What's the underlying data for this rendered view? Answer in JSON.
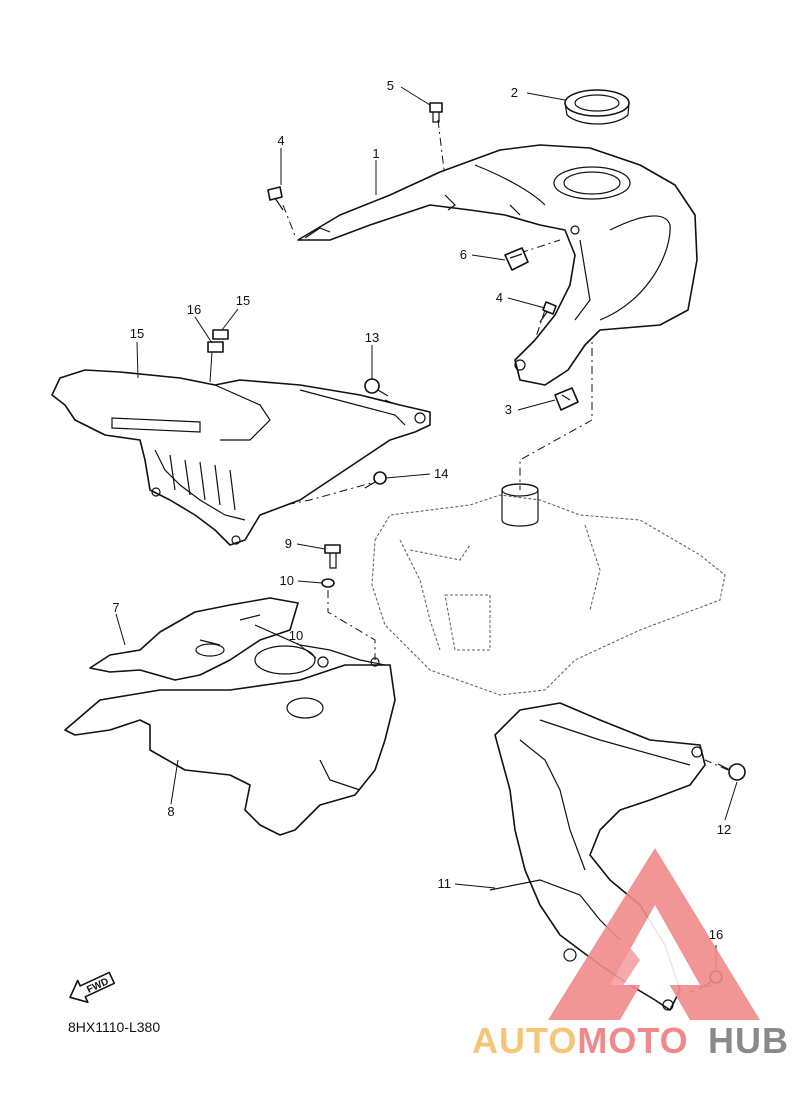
{
  "diagram": {
    "drawing_code": "8HX1110-L380",
    "fwd_label": "FWD",
    "callouts": [
      {
        "id": "c1",
        "text": "1"
      },
      {
        "id": "c2",
        "text": "2"
      },
      {
        "id": "c3",
        "text": "3"
      },
      {
        "id": "c4a",
        "text": "4"
      },
      {
        "id": "c4b",
        "text": "4"
      },
      {
        "id": "c5",
        "text": "5"
      },
      {
        "id": "c6",
        "text": "6"
      },
      {
        "id": "c7",
        "text": "7"
      },
      {
        "id": "c8",
        "text": "8"
      },
      {
        "id": "c9",
        "text": "9"
      },
      {
        "id": "c10a",
        "text": "10"
      },
      {
        "id": "c10b",
        "text": "10"
      },
      {
        "id": "c11",
        "text": "11"
      },
      {
        "id": "c12",
        "text": "12"
      },
      {
        "id": "c13",
        "text": "13"
      },
      {
        "id": "c14",
        "text": "14"
      },
      {
        "id": "c15a",
        "text": "15"
      },
      {
        "id": "c15b",
        "text": "15"
      },
      {
        "id": "c16a",
        "text": "16"
      },
      {
        "id": "c16b",
        "text": "16"
      }
    ]
  },
  "watermark": {
    "part1": "AUTOMOTO",
    "part2": "HUB",
    "color_auto": "#f5c57a",
    "color_moto": "#f08a8a",
    "color_hub": "#8a8a8a",
    "triangle_color": "#f08a8a"
  }
}
